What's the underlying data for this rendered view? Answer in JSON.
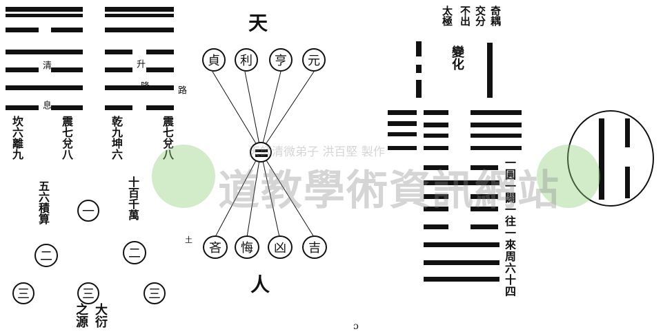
{
  "left": {
    "lower_labels": [
      "坎六",
      "離九",
      "震七",
      "兌八",
      "乾九",
      "坤六",
      "震七",
      "兌八"
    ],
    "mid_small": [
      "清",
      "息",
      "升",
      "降"
    ],
    "side_mark": "路",
    "vertical_texts": {
      "wu_liu": "五六積算",
      "shi_bai": "十百千萬",
      "da_yan": "大衍",
      "zhi_yuan": "之源"
    },
    "circles": [
      "一",
      "二",
      "二",
      "三",
      "三",
      "三"
    ]
  },
  "center": {
    "tian": "天",
    "ren": "人",
    "top_circles": [
      "貞",
      "利",
      "亨",
      "元"
    ],
    "bottom_circles": [
      "吝",
      "悔",
      "凶",
      "吉"
    ],
    "side_mark": "土"
  },
  "right": {
    "top_left": "太極",
    "top_mid": "不出",
    "top_right": "交分",
    "top_far": "奇耦",
    "bian_hua": "變化",
    "side_text": "一圓一闢一往一來周六十四"
  },
  "footer_mark": "ɔ",
  "watermark": {
    "small": "天師清微弟子 洪百堅 製作",
    "big": "道教學術資訊網站"
  }
}
